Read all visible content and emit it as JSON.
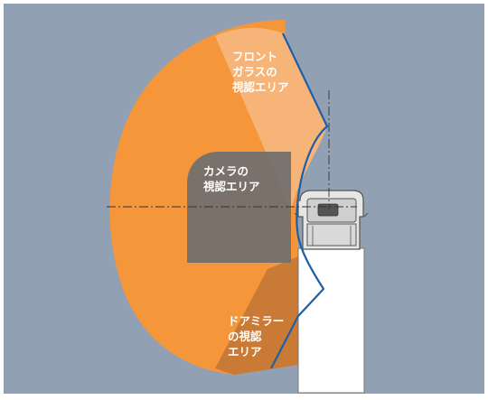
{
  "labels": {
    "windshield": [
      "フロント",
      "ガラスの",
      "視認エリア"
    ],
    "camera": [
      "カメラの",
      "視認エリア"
    ],
    "door_mirror": [
      "ドアミラー",
      "の視認",
      "エリア"
    ]
  },
  "colors": {
    "background": "#92a0b3",
    "frame_border": "#ffffff",
    "camera_area": "#f5963a",
    "windshield_area": "#f7b478",
    "mirror_area": "#c97a35",
    "camera_box": "#6f6f6f",
    "truck_body": "#ffffff",
    "truck_outline": "#555555",
    "boundary_line": "#1f5fa8",
    "centerline": "#333333"
  }
}
